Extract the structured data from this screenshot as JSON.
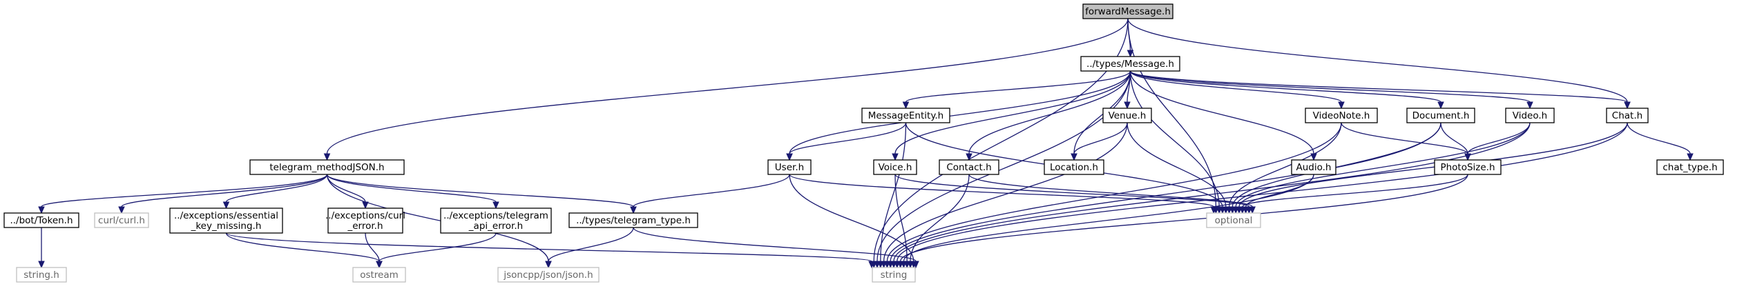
{
  "graph": {
    "type": "include-dependency-graph",
    "root": "forwardMessage.h",
    "colors": {
      "edge": "#191970",
      "root_fill": "#bfbfbf",
      "node_border": "#000000",
      "external_border": "#bfbfbf",
      "external_text": "#666666"
    },
    "nodes": [
      {
        "id": "forwardMessage",
        "label": "forwardMessage.h",
        "kind": "root"
      },
      {
        "id": "Message",
        "label": "../types/Message.h",
        "kind": "file"
      },
      {
        "id": "telegram_methodJSON",
        "label": "telegram_methodJSON.h",
        "kind": "file"
      },
      {
        "id": "Chat",
        "label": "Chat.h",
        "kind": "file"
      },
      {
        "id": "MessageEntity",
        "label": "MessageEntity.h",
        "kind": "file"
      },
      {
        "id": "Venue",
        "label": "Venue.h",
        "kind": "file"
      },
      {
        "id": "VideoNote",
        "label": "VideoNote.h",
        "kind": "file"
      },
      {
        "id": "Document",
        "label": "Document.h",
        "kind": "file"
      },
      {
        "id": "Video",
        "label": "Video.h",
        "kind": "file"
      },
      {
        "id": "botToken",
        "label": "../bot/Token.h",
        "kind": "file"
      },
      {
        "id": "curl",
        "label": "curl/curl.h",
        "kind": "external"
      },
      {
        "id": "essential",
        "label": [
          "../exceptions/essential",
          "_key_missing.h"
        ],
        "kind": "file"
      },
      {
        "id": "curlerr",
        "label": [
          "../exceptions/curl",
          "_error.h"
        ],
        "kind": "file"
      },
      {
        "id": "tgapierr",
        "label": [
          "../exceptions/telegram",
          "_api_error.h"
        ],
        "kind": "file"
      },
      {
        "id": "tgtype",
        "label": "../types/telegram_type.h",
        "kind": "file"
      },
      {
        "id": "User",
        "label": "User.h",
        "kind": "file"
      },
      {
        "id": "Voice",
        "label": "Voice.h",
        "kind": "file"
      },
      {
        "id": "Contact",
        "label": "Contact.h",
        "kind": "file"
      },
      {
        "id": "Location",
        "label": "Location.h",
        "kind": "file"
      },
      {
        "id": "Audio",
        "label": "Audio.h",
        "kind": "file"
      },
      {
        "id": "PhotoSize",
        "label": "PhotoSize.h",
        "kind": "file"
      },
      {
        "id": "chat_type",
        "label": "chat_type.h",
        "kind": "file"
      },
      {
        "id": "optional",
        "label": "optional",
        "kind": "external"
      },
      {
        "id": "stringh",
        "label": "string.h",
        "kind": "external"
      },
      {
        "id": "ostream",
        "label": "ostream",
        "kind": "external"
      },
      {
        "id": "jsoncpp",
        "label": "jsoncpp/json/json.h",
        "kind": "external"
      },
      {
        "id": "string",
        "label": "string",
        "kind": "external"
      }
    ],
    "edges": [
      [
        "forwardMessage",
        "Message"
      ],
      [
        "forwardMessage",
        "telegram_methodJSON"
      ],
      [
        "forwardMessage",
        "Chat"
      ],
      [
        "forwardMessage",
        "optional"
      ],
      [
        "forwardMessage",
        "string"
      ],
      [
        "Message",
        "MessageEntity"
      ],
      [
        "Message",
        "Venue"
      ],
      [
        "Message",
        "VideoNote"
      ],
      [
        "Message",
        "Document"
      ],
      [
        "Message",
        "Video"
      ],
      [
        "Message",
        "Chat"
      ],
      [
        "Message",
        "User"
      ],
      [
        "Message",
        "Voice"
      ],
      [
        "Message",
        "Contact"
      ],
      [
        "Message",
        "Location"
      ],
      [
        "Message",
        "Audio"
      ],
      [
        "Message",
        "optional"
      ],
      [
        "Message",
        "string"
      ],
      [
        "MessageEntity",
        "User"
      ],
      [
        "MessageEntity",
        "optional"
      ],
      [
        "MessageEntity",
        "string"
      ],
      [
        "Venue",
        "Location"
      ],
      [
        "Venue",
        "optional"
      ],
      [
        "Venue",
        "string"
      ],
      [
        "VideoNote",
        "PhotoSize"
      ],
      [
        "VideoNote",
        "optional"
      ],
      [
        "VideoNote",
        "string"
      ],
      [
        "Document",
        "PhotoSize"
      ],
      [
        "Document",
        "optional"
      ],
      [
        "Document",
        "string"
      ],
      [
        "Video",
        "PhotoSize"
      ],
      [
        "Video",
        "optional"
      ],
      [
        "Video",
        "string"
      ],
      [
        "Chat",
        "chat_type"
      ],
      [
        "Chat",
        "optional"
      ],
      [
        "Chat",
        "string"
      ],
      [
        "PhotoSize",
        "optional"
      ],
      [
        "PhotoSize",
        "string"
      ],
      [
        "Audio",
        "optional"
      ],
      [
        "Audio",
        "string"
      ],
      [
        "Voice",
        "optional"
      ],
      [
        "Voice",
        "string"
      ],
      [
        "Contact",
        "optional"
      ],
      [
        "Contact",
        "string"
      ],
      [
        "User",
        "tgtype"
      ],
      [
        "User",
        "optional"
      ],
      [
        "User",
        "string"
      ],
      [
        "telegram_methodJSON",
        "botToken"
      ],
      [
        "telegram_methodJSON",
        "curl"
      ],
      [
        "telegram_methodJSON",
        "essential"
      ],
      [
        "telegram_methodJSON",
        "curlerr"
      ],
      [
        "telegram_methodJSON",
        "tgapierr"
      ],
      [
        "telegram_methodJSON",
        "tgtype"
      ],
      [
        "telegram_methodJSON",
        "jsoncpp"
      ],
      [
        "botToken",
        "stringh"
      ],
      [
        "essential",
        "ostream"
      ],
      [
        "essential",
        "string"
      ],
      [
        "curlerr",
        "ostream"
      ],
      [
        "tgapierr",
        "ostream"
      ],
      [
        "tgtype",
        "jsoncpp"
      ],
      [
        "tgtype",
        "string"
      ]
    ]
  }
}
